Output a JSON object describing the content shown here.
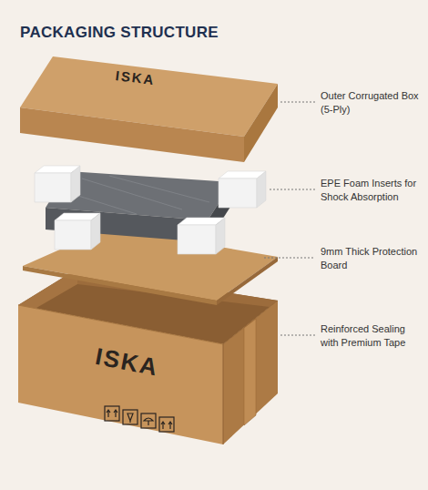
{
  "diagram": {
    "title": "PACKAGING STRUCTURE",
    "labels": [
      "ISKA",
      "Outer Corrugated Box (5-Ply)",
      "EPE Foam Inserts for Shock Absorption",
      "9mm Thick Protection Board",
      "ISKA",
      "Reinforced Sealing with Premium Tape"
    ]
  }
}
